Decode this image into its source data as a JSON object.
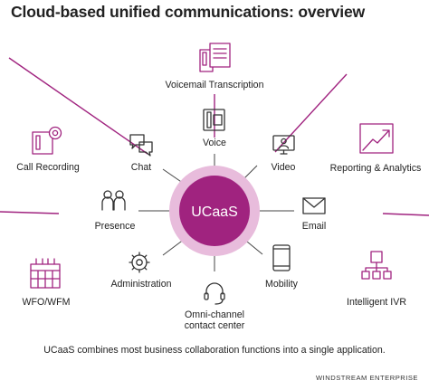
{
  "title": "Cloud-based unified communications: overview",
  "center": {
    "label": "UCaaS"
  },
  "inner_nodes": [
    {
      "id": "voice",
      "label": "Voice",
      "icon": "phone-handset-icon"
    },
    {
      "id": "video",
      "label": "Video",
      "icon": "monitor-person-icon"
    },
    {
      "id": "email",
      "label": "Email",
      "icon": "envelope-icon"
    },
    {
      "id": "mobility",
      "label": "Mobility",
      "icon": "mobile-phone-icon"
    },
    {
      "id": "omni",
      "label": "Omni-channel contact center",
      "label_lines": [
        "Omni-channel",
        "contact center"
      ],
      "icon": "headset-icon"
    },
    {
      "id": "administration",
      "label": "Administration",
      "icon": "gear-icon"
    },
    {
      "id": "presence",
      "label": "Presence",
      "icon": "people-icon"
    },
    {
      "id": "chat",
      "label": "Chat",
      "icon": "chat-bubbles-icon"
    }
  ],
  "outer_nodes": [
    {
      "id": "voicemail",
      "label": "Voicemail Transcription",
      "icon": "voicemail-document-icon"
    },
    {
      "id": "reporting",
      "label": "Reporting & Analytics",
      "icon": "trend-arrow-icon"
    },
    {
      "id": "ivr",
      "label": "Intelligent IVR",
      "icon": "org-tree-icon"
    },
    {
      "id": "wfo",
      "label": "WFO/WFM",
      "icon": "calendar-grid-icon"
    },
    {
      "id": "recording",
      "label": "Call Recording",
      "icon": "phone-record-icon"
    }
  ],
  "caption": "UCaaS combines most business collaboration functions into a single application.",
  "brand": "WINDSTREAM ENTERPRISE",
  "colors": {
    "accent": "#a0237f",
    "halo": "#e8bcdc",
    "line": "#333333",
    "text": "#222222"
  }
}
